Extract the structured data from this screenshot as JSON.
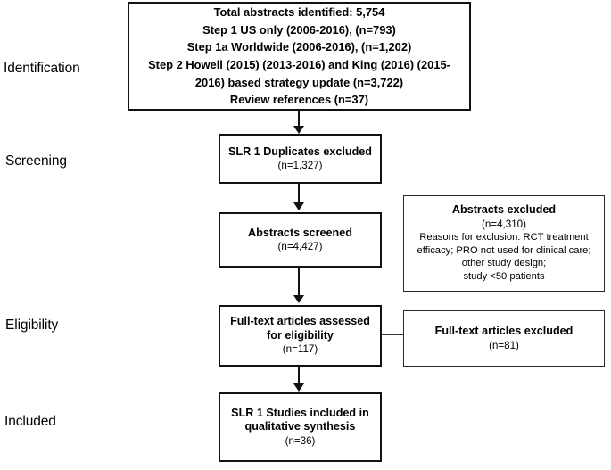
{
  "diagram": {
    "type": "prisma-flow-diagram",
    "colors": {
      "background": "#ffffff",
      "box_border": "#111111",
      "thin_box_border": "#2a2a2a",
      "text": "#000000",
      "connector": "#111111"
    },
    "stage_labels": [
      {
        "id": "identification",
        "text": "Identification"
      },
      {
        "id": "screening",
        "text": "Screening"
      },
      {
        "id": "eligibility",
        "text": "Eligibility"
      },
      {
        "id": "included",
        "text": "Included"
      }
    ],
    "boxes": [
      {
        "id": "identification-box",
        "lines": [
          {
            "text": "Total abstracts identified: 5,754",
            "style": "bold"
          },
          {
            "text": "Step 1 US only (2006-2016), (n=793)",
            "style": "bold"
          },
          {
            "text": "Step 1a Worldwide (2006-2016), (n=1,202)",
            "style": "bold"
          },
          {
            "text": "Step 2 Howell (2015) (2013-2016)  and King (2016) (2015-",
            "style": "bold"
          },
          {
            "text": "2016) based strategy update (n=3,722)",
            "style": "bold"
          },
          {
            "text": "Review references (n=37)",
            "style": "bold"
          }
        ]
      },
      {
        "id": "duplicates-excluded-box",
        "lines": [
          {
            "text": "SLR 1 Duplicates excluded",
            "style": "bold"
          },
          {
            "text": "(n=1,327)",
            "style": "normal"
          }
        ]
      },
      {
        "id": "abstracts-screened-box",
        "lines": [
          {
            "text": "Abstracts screened",
            "style": "bold"
          },
          {
            "text": "(n=4,427)",
            "style": "normal"
          }
        ]
      },
      {
        "id": "abstracts-excluded-box",
        "lines": [
          {
            "text": "Abstracts excluded",
            "style": "bold"
          },
          {
            "text": "(n=4,310)",
            "style": "normal"
          },
          {
            "text": "Reasons for exclusion: RCT treatment",
            "style": "small"
          },
          {
            "text": "efficacy; PRO not used for clinical care;",
            "style": "small"
          },
          {
            "text": "other study design;",
            "style": "small"
          },
          {
            "text": "study <50 patients",
            "style": "small"
          }
        ]
      },
      {
        "id": "fulltext-assessed-box",
        "lines": [
          {
            "text": "Full-text articles assessed",
            "style": "bold"
          },
          {
            "text": "for eligibility",
            "style": "bold"
          },
          {
            "text": "(n=117)",
            "style": "normal"
          }
        ]
      },
      {
        "id": "fulltext-excluded-box",
        "lines": [
          {
            "text": "Full-text articles excluded",
            "style": "bold"
          },
          {
            "text": "(n=81)",
            "style": "normal"
          }
        ]
      },
      {
        "id": "included-studies-box",
        "lines": [
          {
            "text": "SLR 1 Studies included in",
            "style": "bold"
          },
          {
            "text": "qualitative synthesis",
            "style": "bold"
          },
          {
            "text": "(n=36)",
            "style": "normal"
          }
        ]
      }
    ],
    "counts": {
      "total_abstracts_identified": 5754,
      "step1_us_only": 793,
      "step1a_worldwide": 1202,
      "step2_strategy_update": 3722,
      "review_references": 37,
      "duplicates_excluded": 1327,
      "abstracts_screened": 4427,
      "abstracts_excluded": 4310,
      "fulltext_assessed": 117,
      "fulltext_excluded": 81,
      "studies_included": 36
    }
  }
}
